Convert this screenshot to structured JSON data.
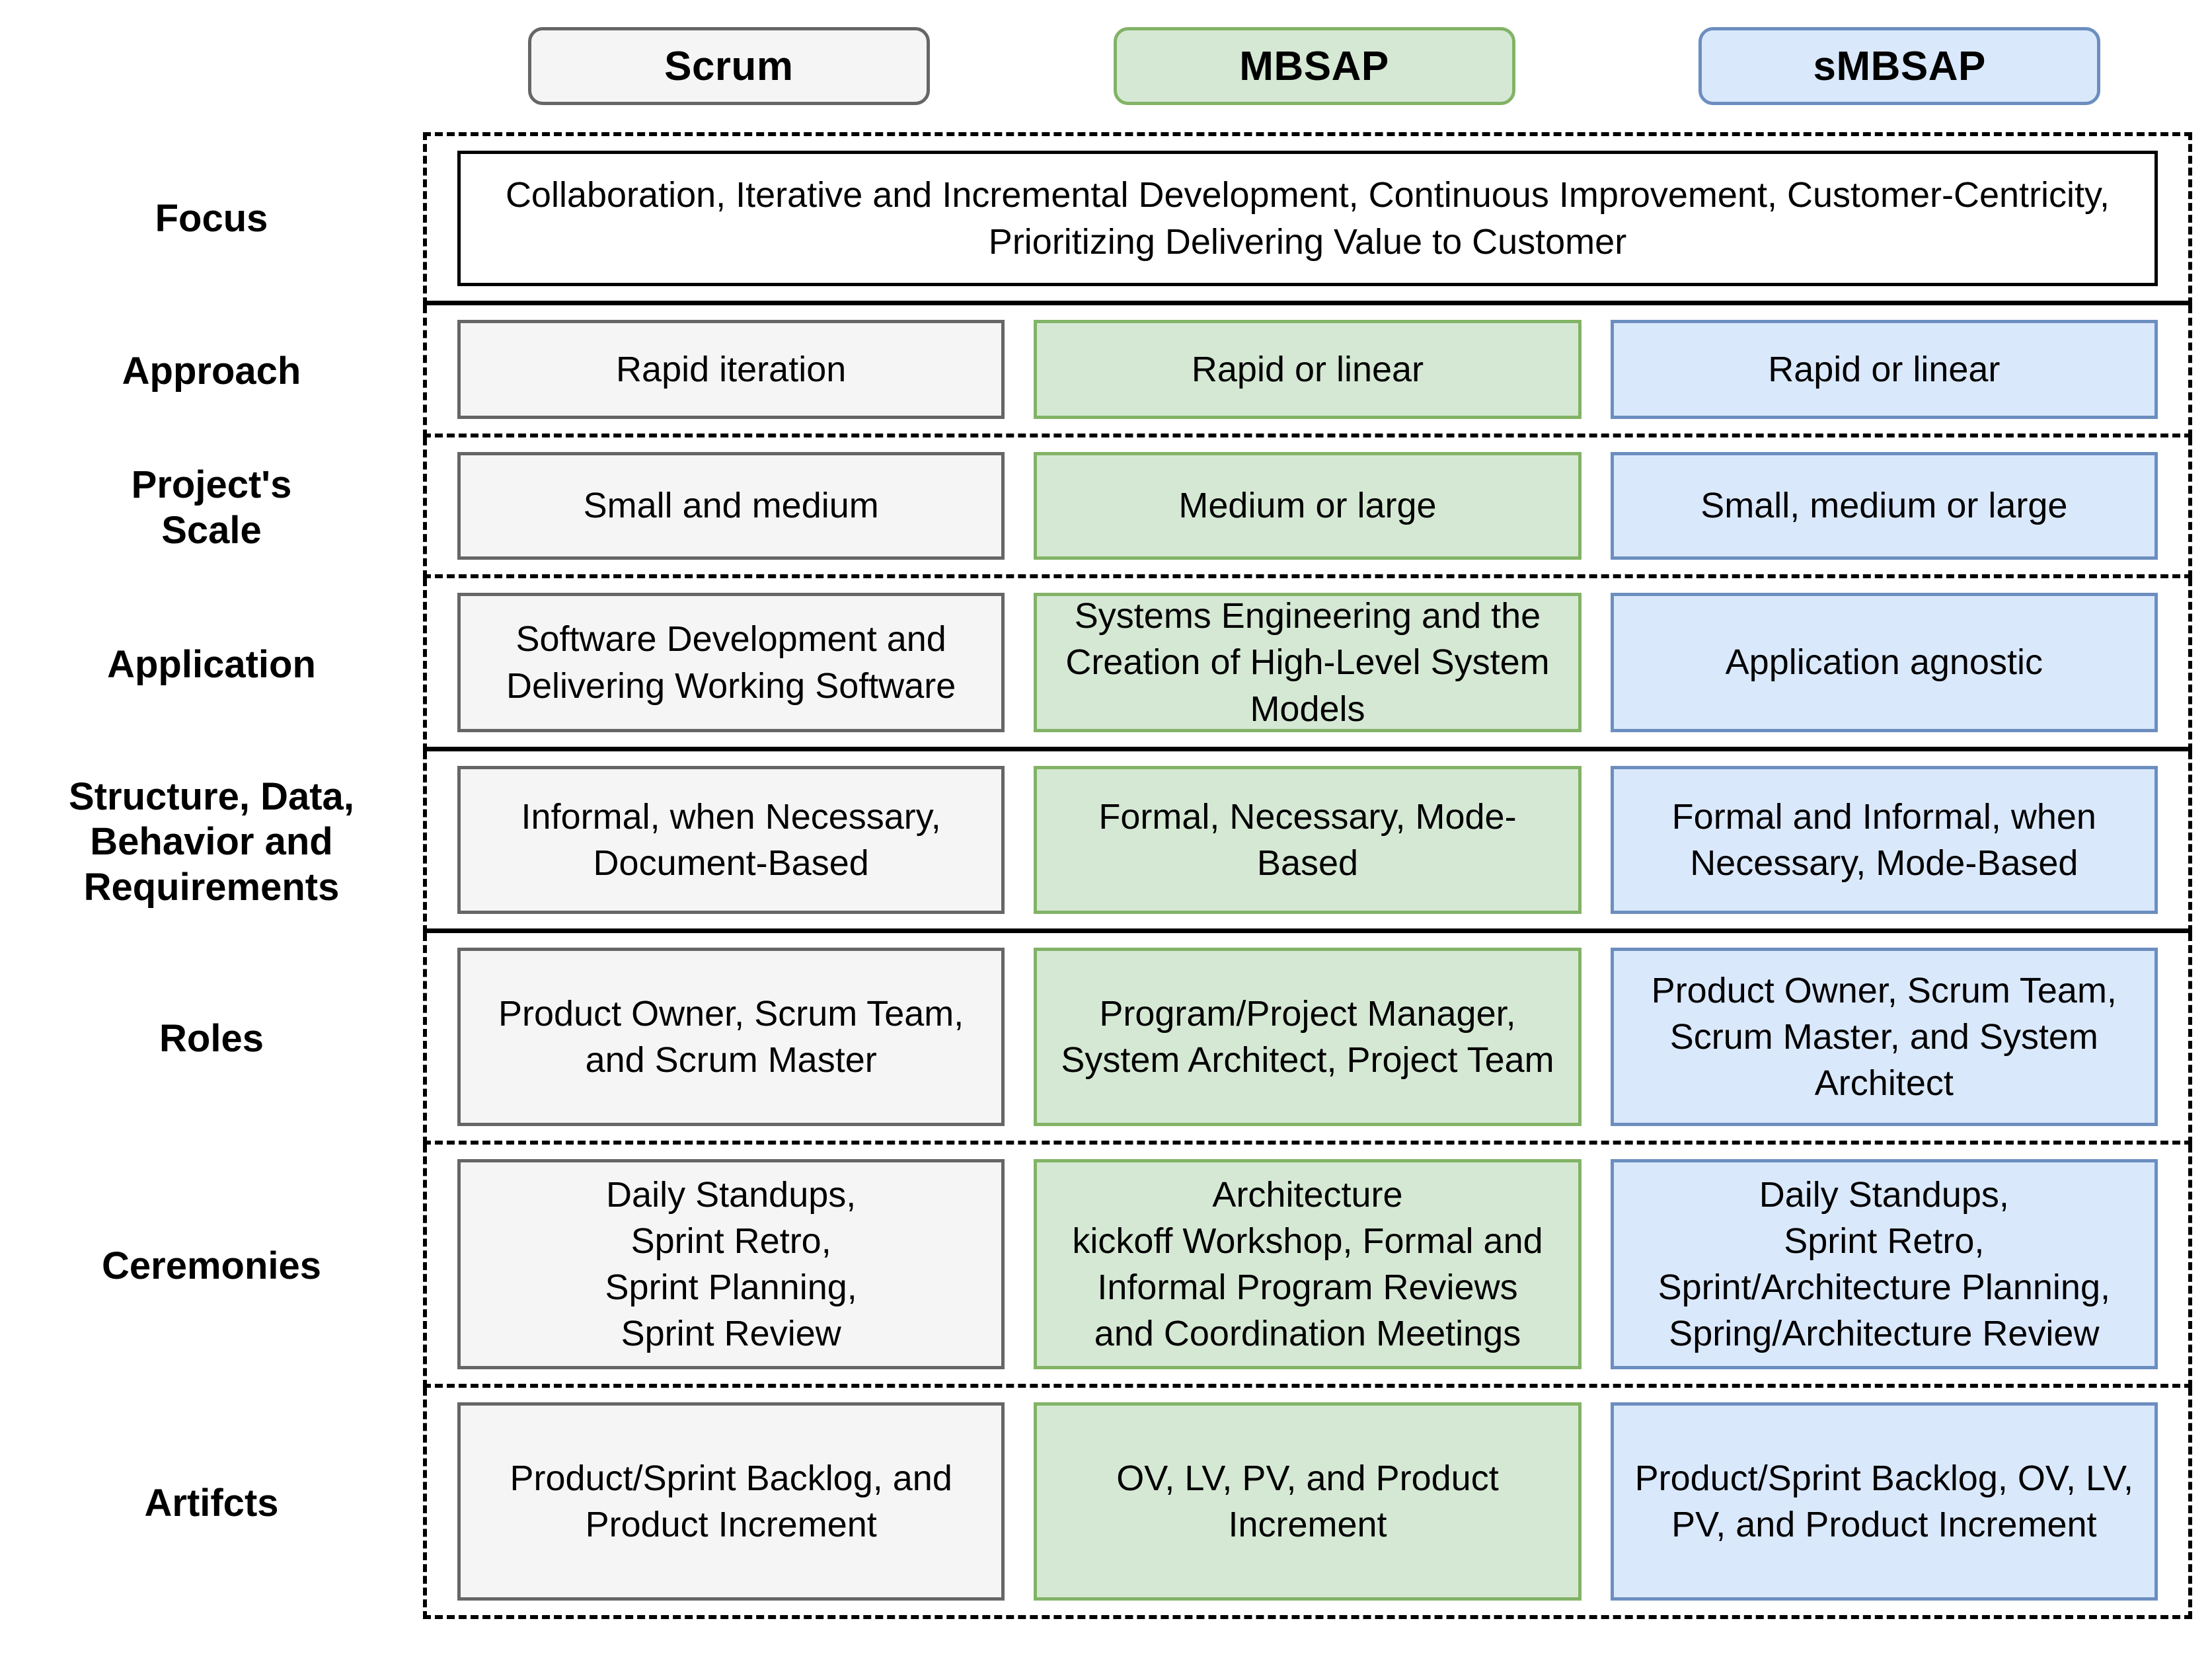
{
  "colors": {
    "scrum_fill": "#f5f5f5",
    "scrum_border": "#666666",
    "mbsap_fill": "#d5e8d4",
    "mbsap_border": "#82b366",
    "smbsap_fill": "#dae8fc",
    "smbsap_border": "#6c8ebf",
    "frame": "#000000"
  },
  "headers": [
    {
      "label": "Scrum",
      "style": "gray"
    },
    {
      "label": "MBSAP",
      "style": "green"
    },
    {
      "label": "sMBSAP",
      "style": "blue"
    }
  ],
  "rows": [
    {
      "label": "Focus",
      "spanned": true,
      "span_text": "Collaboration, Iterative and Incremental Development, Continuous Improvement, Customer-Centricity, Prioritizing Delivering Value to Customer"
    },
    {
      "label": "Approach",
      "spanned": false,
      "scrum": "Rapid iteration",
      "mbsap": "Rapid or linear",
      "smbsap": "Rapid or linear"
    },
    {
      "label": "Project's\nScale",
      "spanned": false,
      "scrum": "Small and medium",
      "mbsap": "Medium or large",
      "smbsap": "Small, medium or large"
    },
    {
      "label": "Application",
      "spanned": false,
      "scrum": "Software Development and Delivering Working Software",
      "mbsap": "Systems Engineering and the Creation of High-Level System Models",
      "smbsap": "Application agnostic"
    },
    {
      "label": "Structure, Data,\nBehavior and\nRequirements",
      "spanned": false,
      "scrum": "Informal, when Necessary, Document-Based",
      "mbsap": "Formal, Necessary, Mode-Based",
      "smbsap": "Formal and Informal, when Necessary, Mode-Based"
    },
    {
      "label": "Roles",
      "spanned": false,
      "scrum": "Product Owner, Scrum Team, and Scrum Master",
      "mbsap": "Program/Project Manager, System Architect, Project Team",
      "smbsap": "Product Owner, Scrum Team, Scrum Master, and System Architect"
    },
    {
      "label": "Ceremonies",
      "spanned": false,
      "scrum": "Daily Standups,\nSprint Retro,\nSprint Planning,\nSprint Review",
      "mbsap": "Architecture\nkickoff Workshop, Formal and\nInformal Program Reviews\nand Coordination Meetings",
      "smbsap": "Daily Standups,\nSprint Retro,\nSprint/Architecture Planning,\nSpring/Architecture Review"
    },
    {
      "label": "Artifcts",
      "spanned": false,
      "scrum": "Product/Sprint Backlog, and Product Increment",
      "mbsap": "OV, LV, PV, and Product Increment",
      "smbsap": "Product/Sprint Backlog, OV, LV, PV, and Product Increment"
    }
  ]
}
